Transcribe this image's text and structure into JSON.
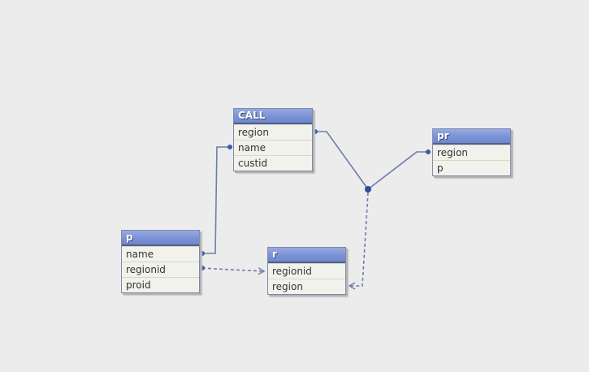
{
  "colors": {
    "canvas": "#ececec",
    "link": "#6f7ea6",
    "header": "#7b92d6",
    "body": "#f2f2ec"
  },
  "tables": [
    {
      "id": "CALL",
      "title": "CALL",
      "fields": [
        "region",
        "name",
        "custid"
      ]
    },
    {
      "id": "pr",
      "title": "pr",
      "fields": [
        "region",
        "p"
      ]
    },
    {
      "id": "p",
      "title": "p",
      "fields": [
        "name",
        "regionid",
        "proid"
      ]
    },
    {
      "id": "r",
      "title": "r",
      "fields": [
        "regionid",
        "region"
      ]
    }
  ],
  "links": [
    {
      "from": "p.name",
      "to": "CALL.name",
      "style": "solid"
    },
    {
      "from": "CALL.region",
      "to": "pr.region",
      "style": "solid",
      "junction": "region"
    },
    {
      "from": "region",
      "to": "r.region",
      "style": "dashed"
    },
    {
      "from": "p.regionid",
      "to": "r.regionid",
      "style": "dashed"
    }
  ]
}
